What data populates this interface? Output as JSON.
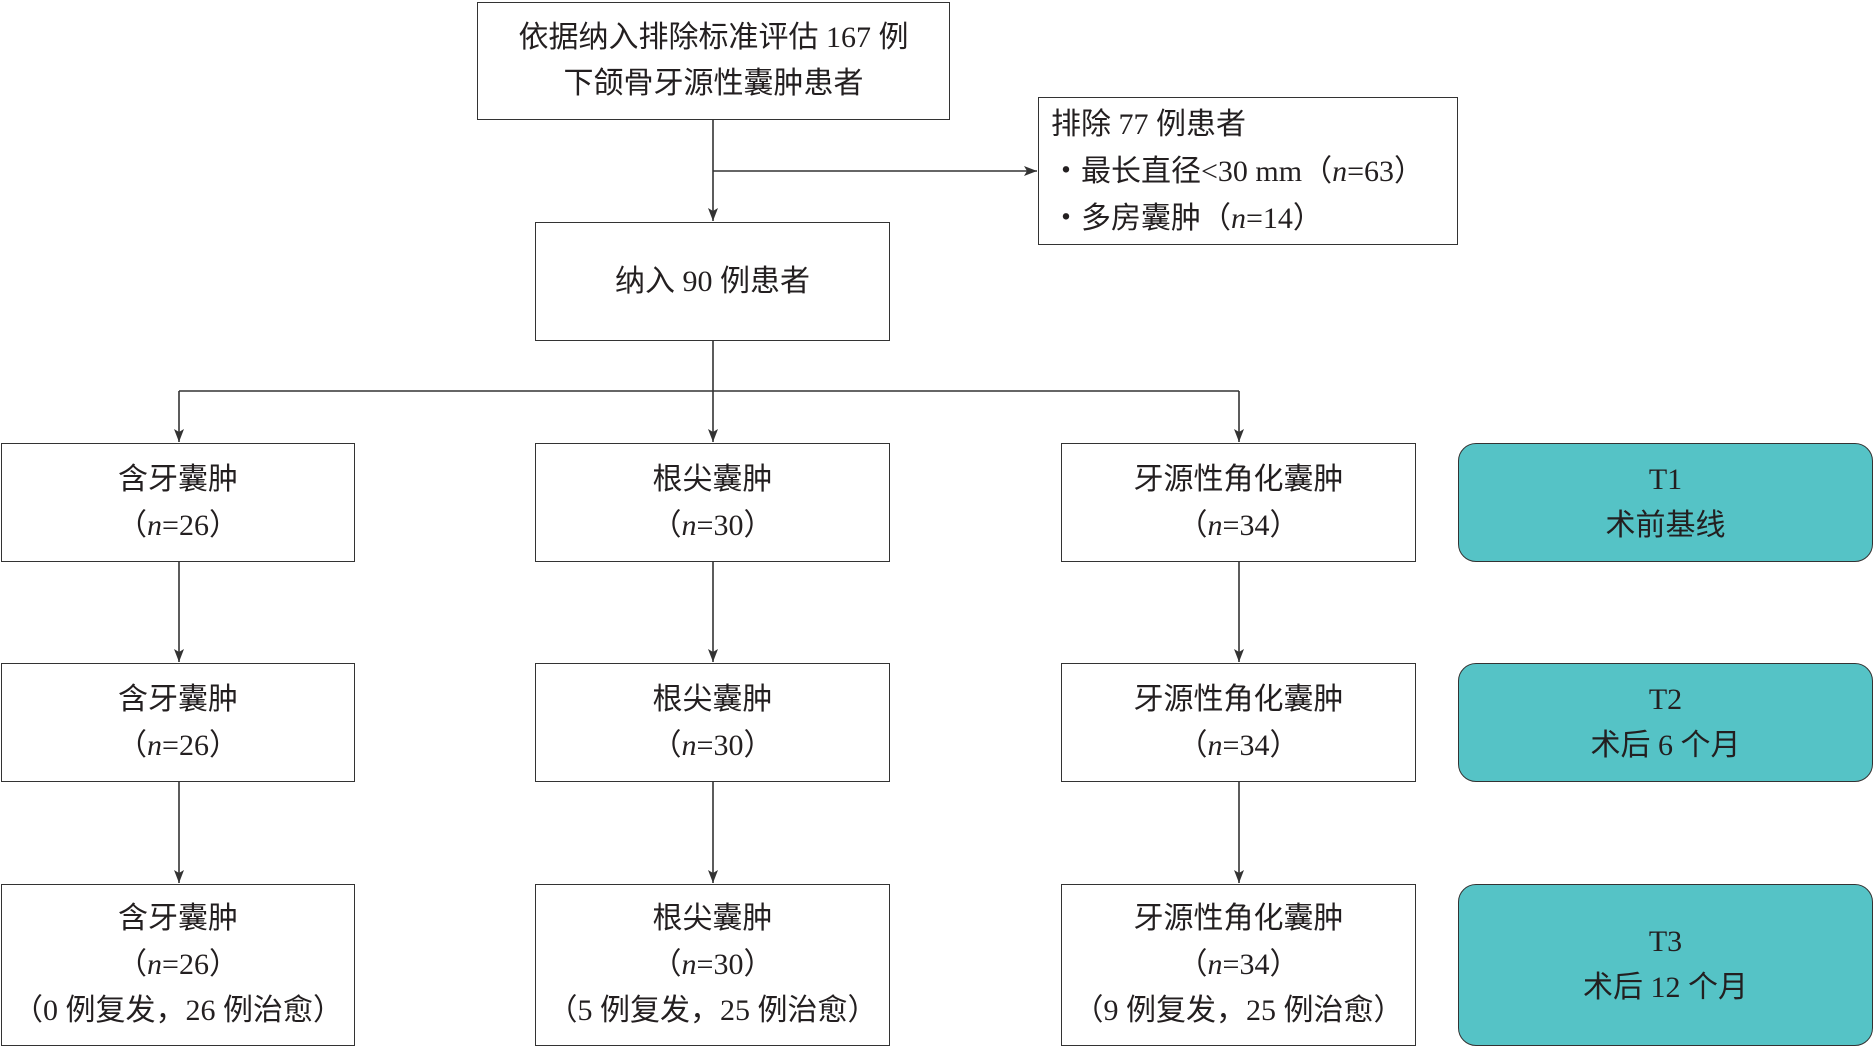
{
  "colors": {
    "timepoint_fill": "#55C3C6",
    "border": "#333333",
    "connector": "#333333"
  },
  "screening": {
    "line1": "依据纳入排除标准评估 167 例",
    "line2": "下颌骨牙源性囊肿患者"
  },
  "excluded": {
    "title": "排除 77 例患者",
    "items": [
      {
        "pre": "・最长直径<30 mm（",
        "var": "n",
        "post": "=63）"
      },
      {
        "pre": "・多房囊肿（",
        "var": "n",
        "post": "=14）"
      }
    ]
  },
  "included": {
    "label": "纳入 90 例患者"
  },
  "stages": [
    {
      "timepoint": {
        "code": "T1",
        "label": "术前基线"
      },
      "groups": [
        {
          "name": "含牙囊肿",
          "count": {
            "pre": "（",
            "var": "n",
            "post": "=26）"
          }
        },
        {
          "name": "根尖囊肿",
          "count": {
            "pre": "（",
            "var": "n",
            "post": "=30）"
          }
        },
        {
          "name": "牙源性角化囊肿",
          "count": {
            "pre": "（",
            "var": "n",
            "post": "=34）"
          }
        }
      ]
    },
    {
      "timepoint": {
        "code": "T2",
        "label": "术后 6 个月"
      },
      "groups": [
        {
          "name": "含牙囊肿",
          "count": {
            "pre": "（",
            "var": "n",
            "post": "=26）"
          }
        },
        {
          "name": "根尖囊肿",
          "count": {
            "pre": "（",
            "var": "n",
            "post": "=30）"
          }
        },
        {
          "name": "牙源性角化囊肿",
          "count": {
            "pre": "（",
            "var": "n",
            "post": "=34）"
          }
        }
      ]
    },
    {
      "timepoint": {
        "code": "T3",
        "label": "术后 12 个月"
      },
      "groups": [
        {
          "name": "含牙囊肿",
          "count": {
            "pre": "（",
            "var": "n",
            "post": "=26）"
          },
          "outcome": "（0 例复发，26 例治愈）"
        },
        {
          "name": "根尖囊肿",
          "count": {
            "pre": "（",
            "var": "n",
            "post": "=30）"
          },
          "outcome": "（5 例复发，25 例治愈）"
        },
        {
          "name": "牙源性角化囊肿",
          "count": {
            "pre": "（",
            "var": "n",
            "post": "=34）"
          },
          "outcome": "（9 例复发，25 例治愈）"
        }
      ]
    }
  ]
}
